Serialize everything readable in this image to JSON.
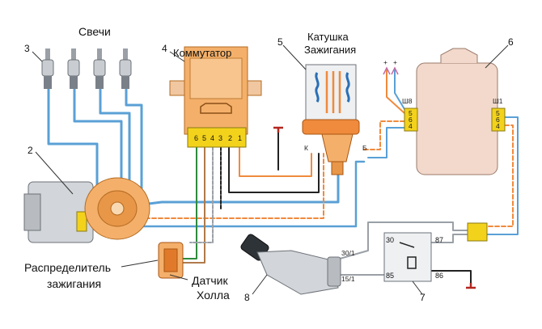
{
  "labels": {
    "spark_plugs": "Свечи",
    "commutator": "Коммутатор",
    "coil_line1": "Катушка",
    "coil_line2": "Зажигания",
    "distributor_line1": "Распределитель",
    "distributor_line2": "зажигания",
    "hall_line1": "Датчик",
    "hall_line2": "Холла"
  },
  "callouts": {
    "n2": "2",
    "n3": "3",
    "n4": "4",
    "n5": "5",
    "n6": "6",
    "n7": "7",
    "n8": "8"
  },
  "commutator_pins": [
    "6",
    "5",
    "4",
    "3",
    "2",
    "1"
  ],
  "coil_terminals": {
    "k": "К",
    "b": "Б"
  },
  "block": {
    "left_connector": "Ш8",
    "right_connector": "Ш1",
    "left_pins": [
      "5",
      "6",
      "4"
    ],
    "right_pins": [
      "5",
      "6",
      "4"
    ]
  },
  "relay_pins": {
    "p30": "30",
    "p87": "87",
    "p85": "85",
    "p86": "86"
  },
  "switch_terminals": {
    "t30": "30/1",
    "t15": "15/1"
  },
  "plus_signs": [
    "+",
    "+"
  ],
  "colors": {
    "wire_blue": "#5aa0d6",
    "wire_orange": "#f08a3c",
    "wire_black": "#222222",
    "wire_brown": "#b07a4a",
    "wire_gray": "#9aa0a6",
    "body_orange": "#f4b06a",
    "body_tan": "#f0c7a0",
    "connector_yellow": "#f3d21c",
    "block_fill": "#f2d9cc"
  }
}
